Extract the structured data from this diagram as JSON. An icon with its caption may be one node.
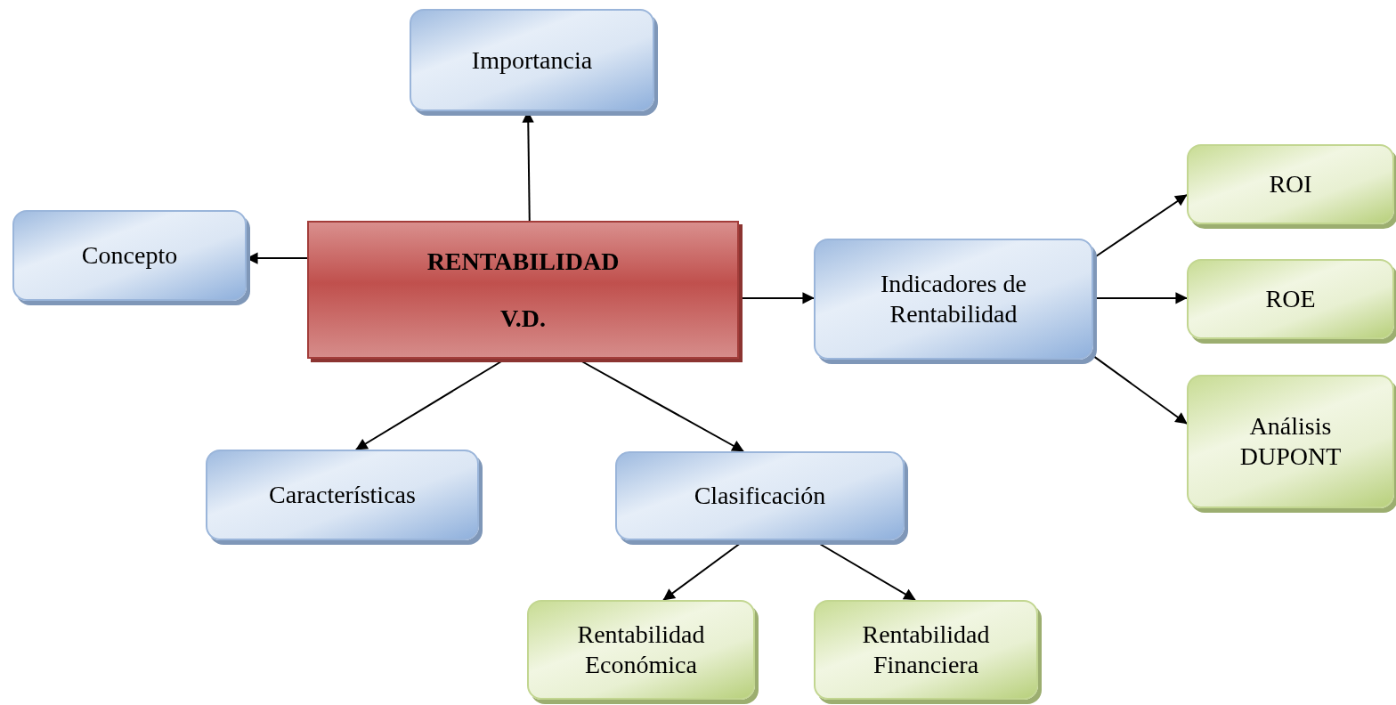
{
  "diagram": {
    "nodes": [
      {
        "text": [
          "Importancia"
        ]
      },
      {
        "text": [
          "Concepto"
        ]
      },
      {
        "text": [
          "RENTABILIDAD",
          "V.D."
        ]
      },
      {
        "text": [
          "Indicadores de Rentabilidad"
        ]
      },
      {
        "text": [
          "ROI"
        ]
      },
      {
        "text": [
          "ROE"
        ]
      },
      {
        "text": [
          "Análisis DUPONT"
        ]
      },
      {
        "text": [
          "Características"
        ]
      },
      {
        "text": [
          "Clasificación"
        ]
      },
      {
        "text": [
          "Rentabilidad Económica"
        ]
      },
      {
        "text": [
          "Rentabilidad Financiera"
        ]
      }
    ],
    "edges": [
      {
        "from": 2,
        "to": 0,
        "arrow": "to"
      },
      {
        "from": 2,
        "to": 1,
        "arrow": "to"
      },
      {
        "from": 2,
        "to": 3,
        "arrow": "to"
      },
      {
        "from": 3,
        "to": 4,
        "arrow": "to"
      },
      {
        "from": 3,
        "to": 5,
        "arrow": "to"
      },
      {
        "from": 3,
        "to": 6,
        "arrow": "to"
      },
      {
        "from": 2,
        "to": 7,
        "arrow": "to"
      },
      {
        "from": 2,
        "to": 8,
        "arrow": "to"
      },
      {
        "from": 8,
        "to": 9,
        "arrow": "to"
      },
      {
        "from": 8,
        "to": 10,
        "arrow": "to"
      }
    ]
  }
}
